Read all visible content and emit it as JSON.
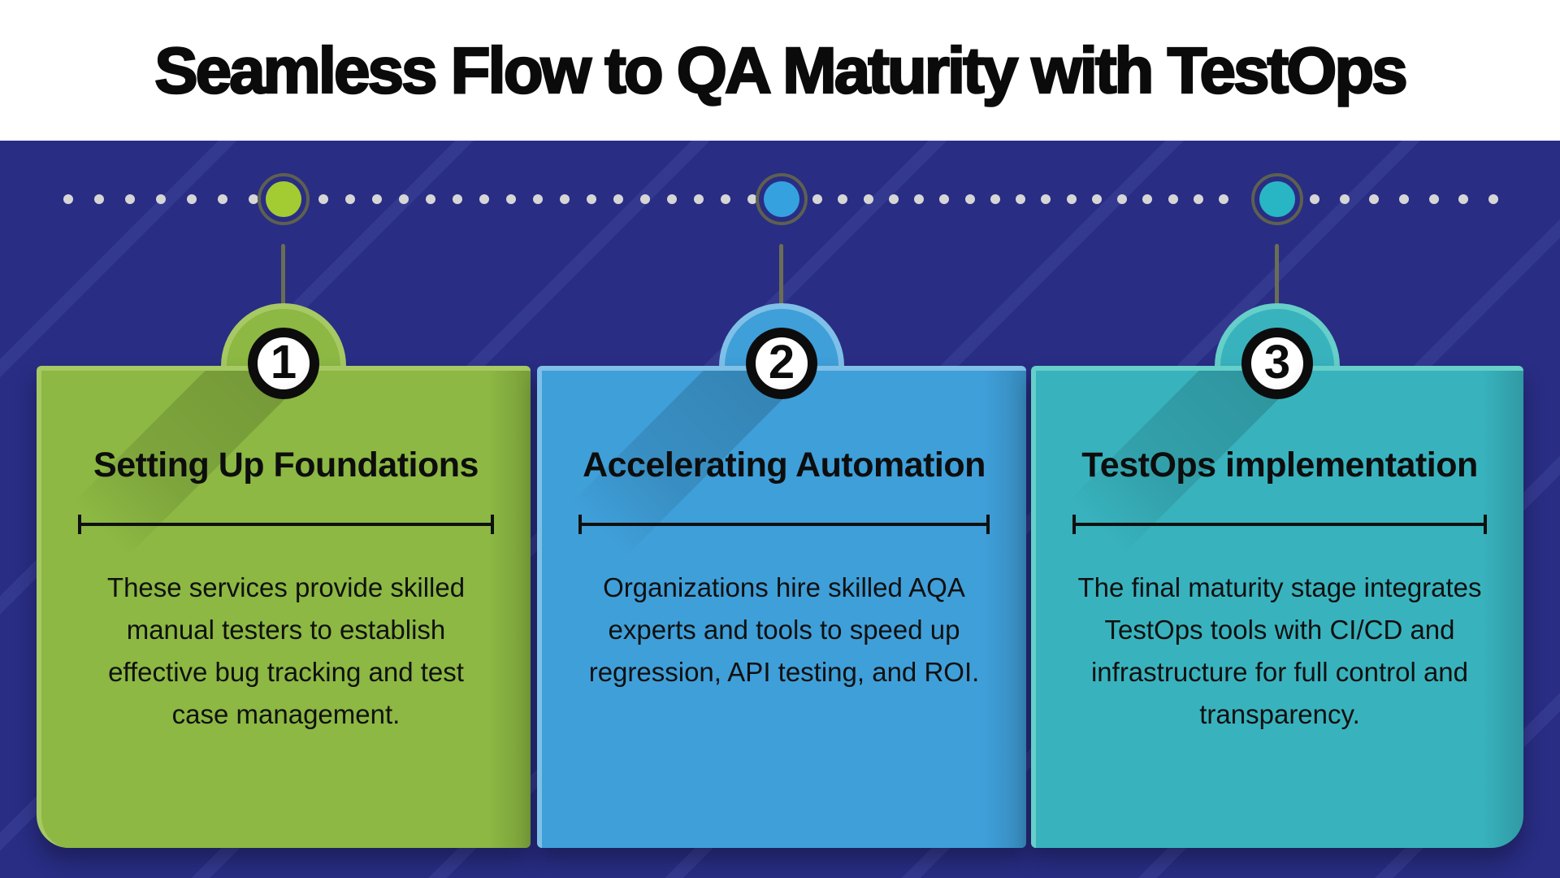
{
  "header": {
    "title": "Seamless Flow to QA Maturity with TestOps"
  },
  "steps": [
    {
      "number": "1",
      "title": "Setting Up Foundations",
      "description": "These services provide skilled manual testers to establish effective bug tracking and test case management.",
      "card_color": "#8cb843",
      "border_color": "#a6c964",
      "node_color": "#a3cc33"
    },
    {
      "number": "2",
      "title": "Accelerating Automation",
      "description": "Organizations hire skilled AQA experts and tools to speed up regression, API testing, and ROI.",
      "card_color": "#3f9fd9",
      "border_color": "#7fc0e8",
      "node_color": "#35a2df"
    },
    {
      "number": "3",
      "title": "TestOps implementation",
      "description": "The final maturity stage integrates TestOps tools with CI/CD and infrastructure for full control and transparency.",
      "card_color": "#38b3be",
      "border_color": "#66cfc9",
      "node_color": "#28b6c4"
    }
  ],
  "colors": {
    "header_background": "#ffffff",
    "banner_background": "#292d84",
    "timeline_dot": "#d6d6d6",
    "node_ring": "#5e6050",
    "connector_line": "#6b6d55",
    "badge_ring": "#0c0c0c",
    "badge_fill": "#ffffff",
    "text": "#0d0d0d"
  }
}
